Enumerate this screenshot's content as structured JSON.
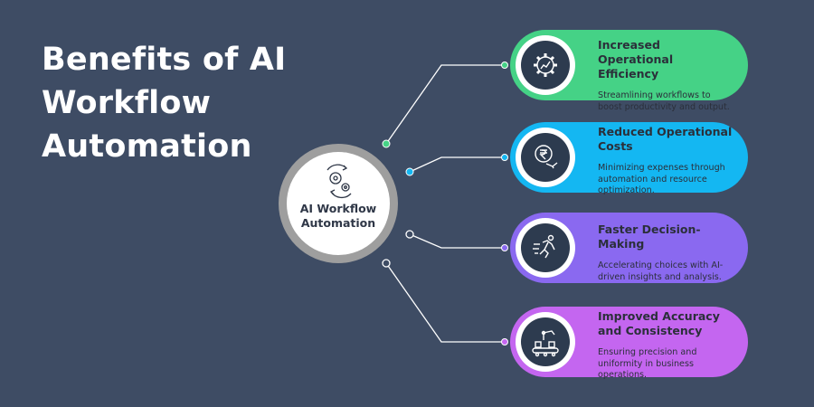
{
  "title": {
    "line1": "Benefits of AI",
    "line2": "Workflow",
    "line3": "Automation"
  },
  "hub": {
    "line1": "AI Workflow",
    "line2": "Automation",
    "icon": "gears-arrows-icon"
  },
  "colors": {
    "background": "#3e4c64",
    "hub_ring": "#9e9e9e",
    "connector": "#ffffff"
  },
  "cards": [
    {
      "title": "Increased Operational Efficiency",
      "description": "Streamlining workflows to boost productivity and output.",
      "icon": "gear-chart-icon",
      "color": "#45d286"
    },
    {
      "title": "Reduced Operational Costs",
      "description": "Minimizing expenses through automation and resource optimization.",
      "icon": "rupee-down-arrow-icon",
      "color": "#14b7f2"
    },
    {
      "title": "Faster Decision-Making",
      "description": "Accelerating choices with AI-driven insights and analysis.",
      "icon": "running-person-icon",
      "color": "#8a69f0"
    },
    {
      "title": "Improved Accuracy and Consistency",
      "description": "Ensuring precision and uniformity in business operations.",
      "icon": "robot-arm-conveyor-icon",
      "color": "#c466f0"
    }
  ]
}
